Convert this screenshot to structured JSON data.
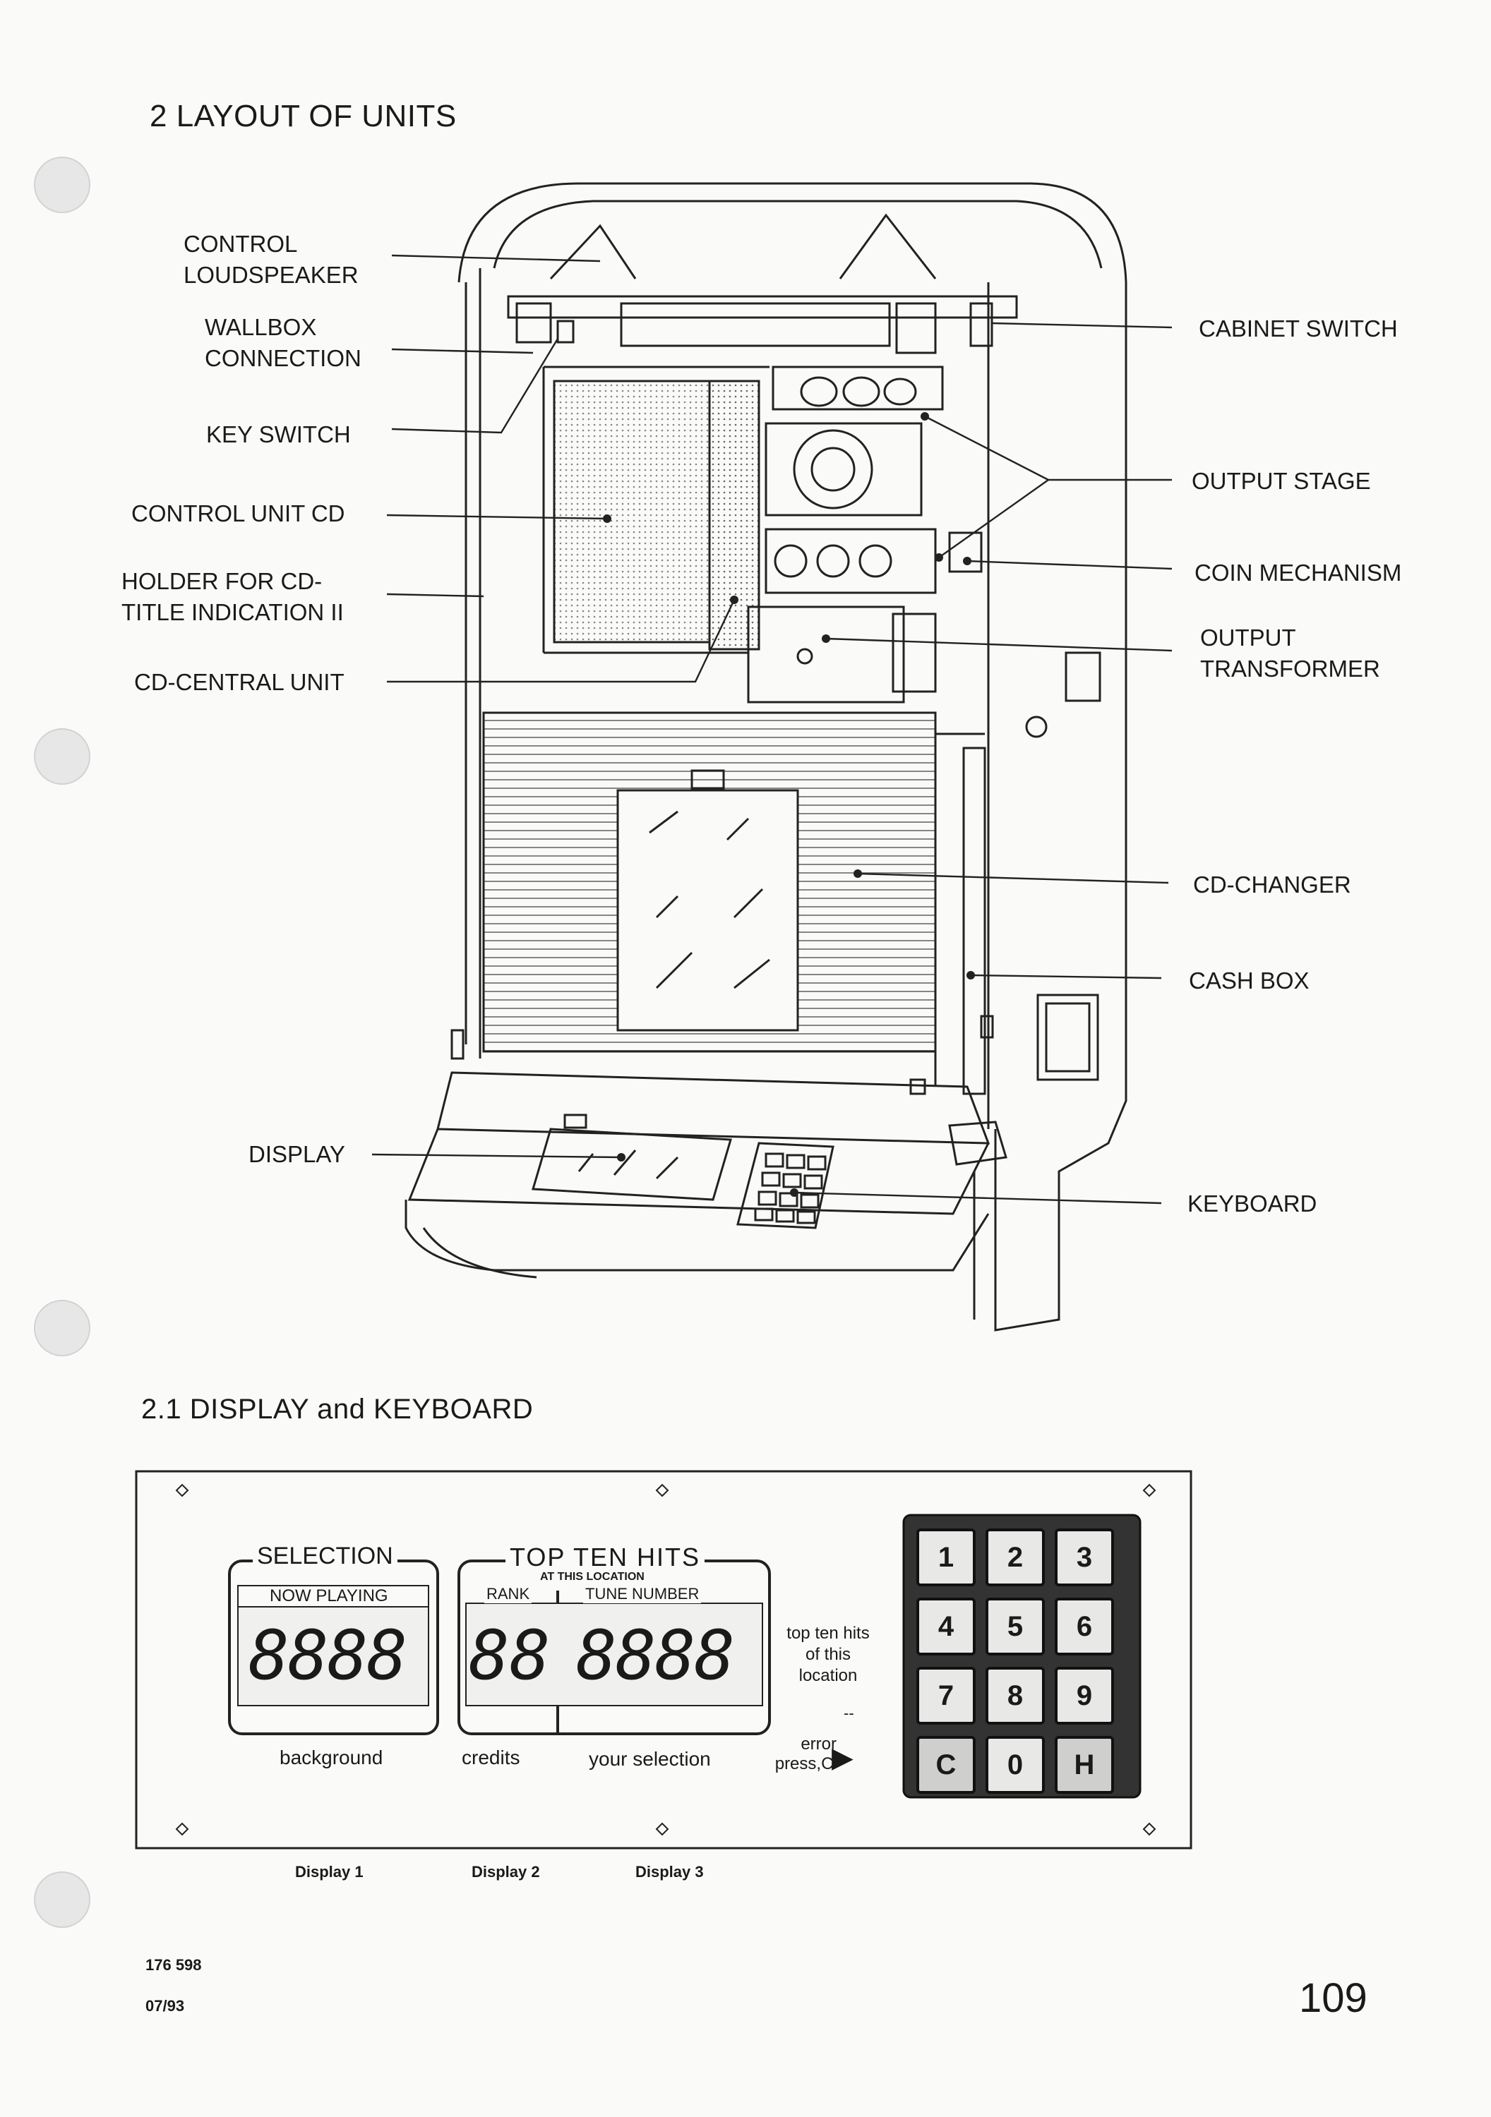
{
  "section_title": "2 LAYOUT OF UNITS",
  "subsection_title": "2.1 DISPLAY and KEYBOARD",
  "left_labels": [
    {
      "lines": [
        "CONTROL",
        "LOUDSPEAKER"
      ]
    },
    {
      "lines": [
        "WALLBOX",
        "CONNECTION"
      ]
    },
    {
      "lines": [
        "KEY SWITCH"
      ]
    },
    {
      "lines": [
        "CONTROL UNIT CD"
      ]
    },
    {
      "lines": [
        "HOLDER FOR CD-",
        "TITLE INDICATION II"
      ]
    },
    {
      "lines": [
        "CD-CENTRAL UNIT"
      ]
    },
    {
      "lines": [
        "DISPLAY"
      ]
    }
  ],
  "right_labels": [
    {
      "lines": [
        "CABINET SWITCH"
      ]
    },
    {
      "lines": [
        "OUTPUT STAGE"
      ]
    },
    {
      "lines": [
        "COIN MECHANISM"
      ]
    },
    {
      "lines": [
        "OUTPUT",
        "TRANSFORMER"
      ]
    },
    {
      "lines": [
        "CD-CHANGER"
      ]
    },
    {
      "lines": [
        "CASH BOX"
      ]
    },
    {
      "lines": [
        "KEYBOARD"
      ]
    }
  ],
  "panel": {
    "selection_title": "SELECTION",
    "now_playing": "NOW PLAYING",
    "top_ten_title": "TOP TEN HITS",
    "at_this_location": "AT THIS LOCATION",
    "rank": "RANK",
    "tune_number": "TUNE NUMBER",
    "digits_selection": "8888",
    "digits_rank": "88",
    "digits_tune": "8888",
    "side_note": [
      "top ten hits",
      "of this",
      "location"
    ],
    "dash": "--",
    "bottom_background": "background",
    "bottom_credits": "credits",
    "bottom_your_selection": "your selection",
    "error_line1": "error",
    "error_line2": "press,C'",
    "keys": [
      "1",
      "2",
      "3",
      "4",
      "5",
      "6",
      "7",
      "8",
      "9",
      "C",
      "0",
      "H"
    ]
  },
  "display_captions": [
    "Display 1",
    "Display 2",
    "Display 3"
  ],
  "footer_code": "176 598",
  "footer_date": "07/93",
  "page_number": "109"
}
